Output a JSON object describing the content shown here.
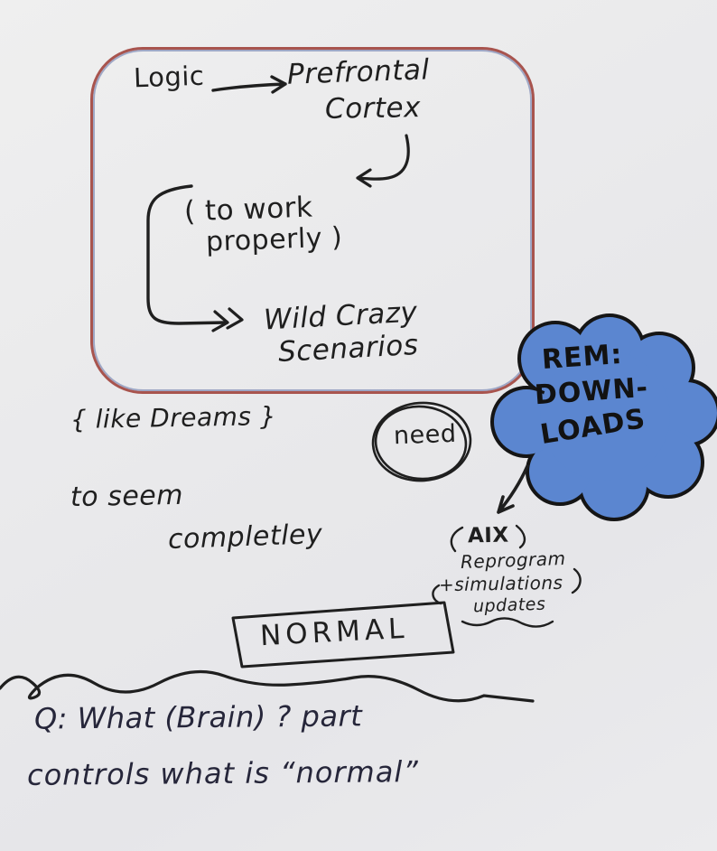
{
  "colors": {
    "ink": "#1f1f1f",
    "question_ink": "#26263a",
    "cloud_fill": "#5b86d0",
    "cloud_outline": "#151515",
    "frame_border": "#a8544e",
    "background": "#e9e9eb"
  },
  "frame": {
    "logic": "Logic",
    "prefrontal": "Prefrontal",
    "cortex": "Cortex",
    "to_work": "( to work",
    "properly": "properly )",
    "wild_crazy": "Wild Crazy",
    "scenarios": "Scenarios"
  },
  "notes": {
    "like_dreams": "{ like Dreams }",
    "need": "need",
    "to_seem": "to seem",
    "completley": "completley",
    "normal": "NORMAL"
  },
  "cloud": {
    "line1": "REM:",
    "line2": "DOWN-",
    "line3": "LOADS"
  },
  "aix_block": {
    "title": "AIX",
    "line1": "Reprogram",
    "line2": "+simulations",
    "line3": "updates"
  },
  "question": {
    "line1": "Q: What (Brain) ? part",
    "line2": "controls what is “normal”"
  }
}
